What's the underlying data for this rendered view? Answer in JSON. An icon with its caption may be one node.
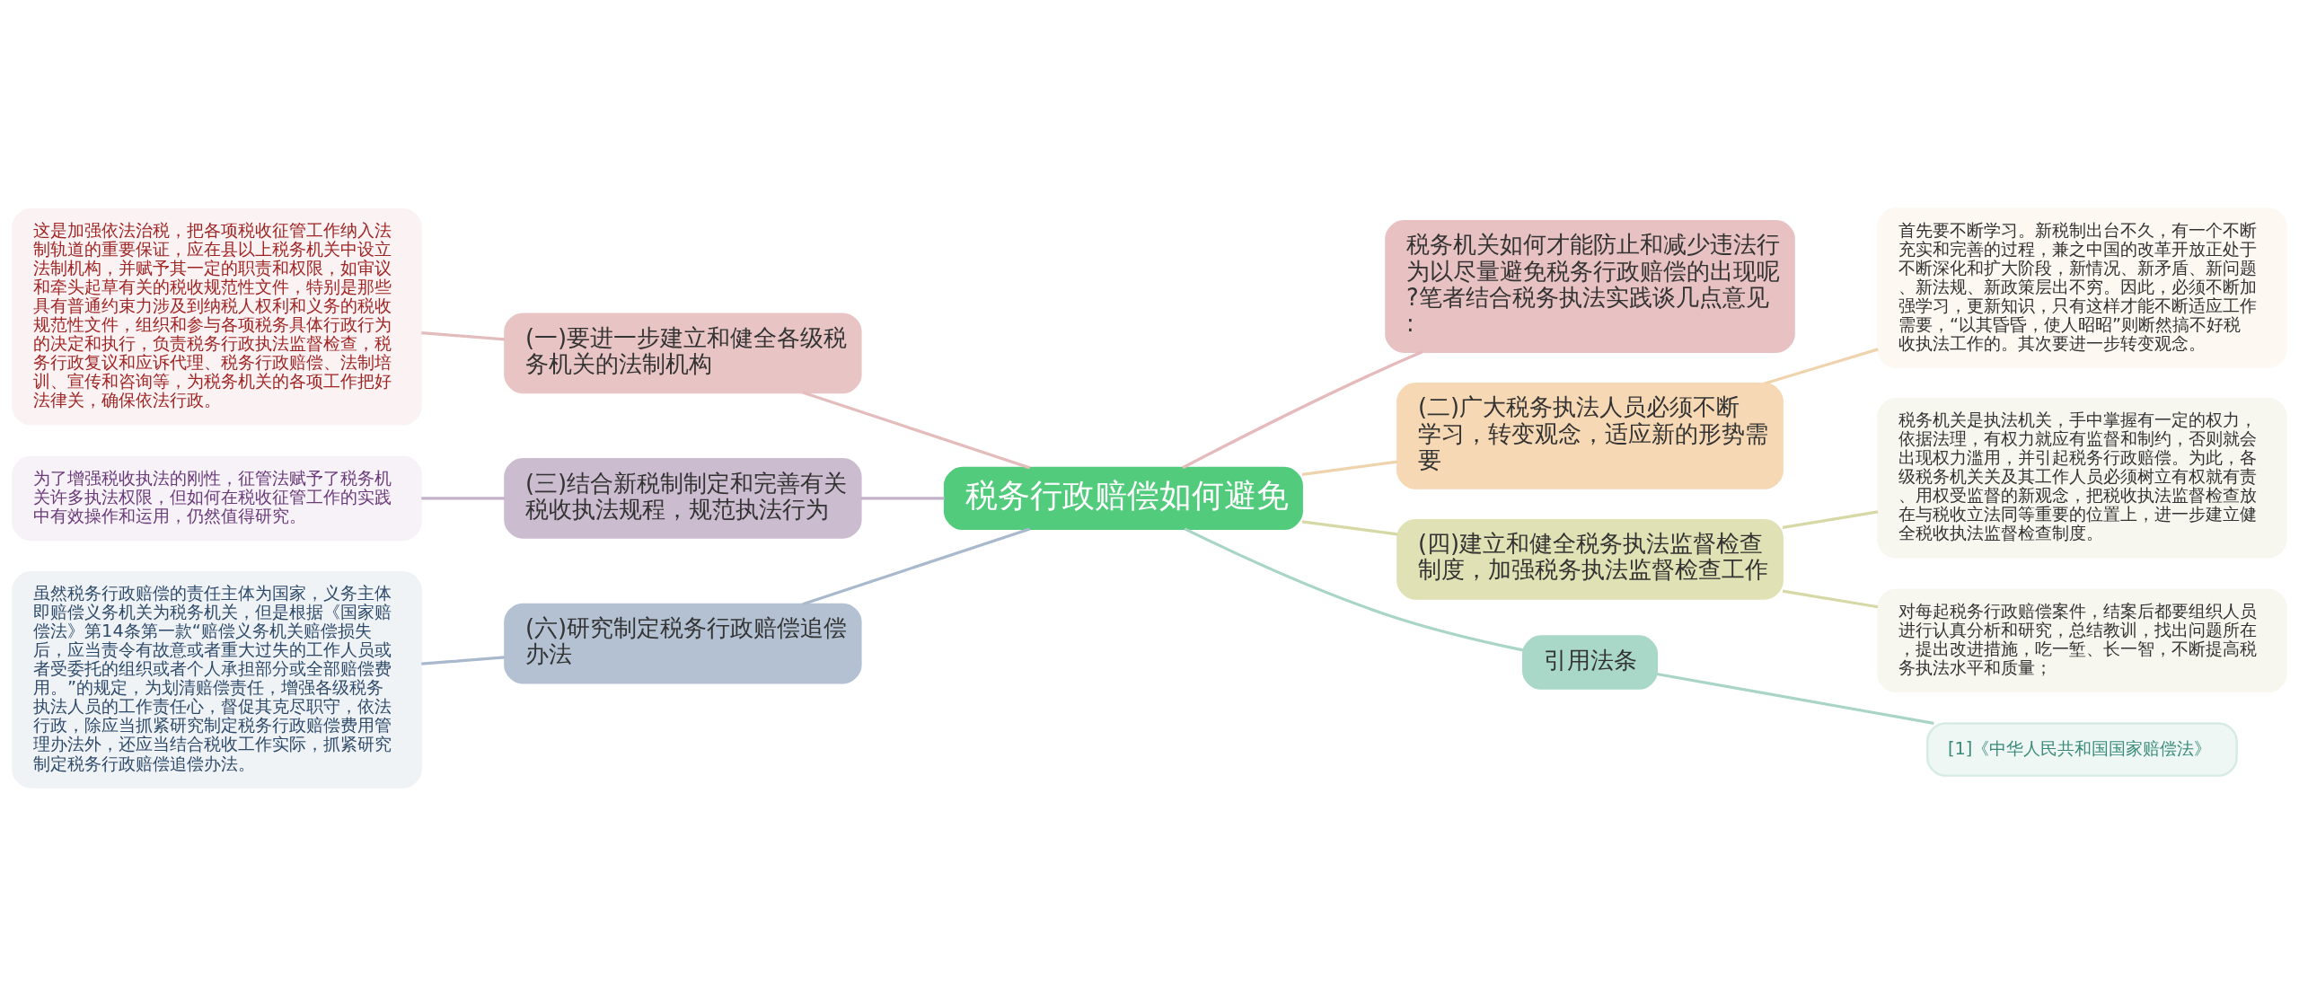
{
  "diagram": {
    "nodes": [
      {
        "text": [
          "税务行政赔偿如何避免"
        ]
      },
      {
        "text": [
          "(一)要进一步建立和健全各级税务机关的法制机构"
        ]
      },
      {
        "text": [
          "这是加强依法治税，把各项税收征管工作纳入法制轨道的重要保证，应在县以上税务机关中设立法制机构，并赋予其一定的职责和权限，如审议和牵头起草有关的税收规范性文件，特别是那些具有普通约束力涉及到纳税人权利和义务的税收规范性文件，组织和参与各项税务具体行政行为的决定和执行，负责税务行政执法监督检查，税务行政复议和应诉代理、税务行政赔偿、法制培训、宣传和咨询等，为税务机关的各项工作把好法律关，确保依法行政。"
        ]
      },
      {
        "text": [
          "(三)结合新税制制定和完善有关税收执法规程，规范执法行为"
        ]
      },
      {
        "text": [
          "为了增强税收执法的刚性，征管法赋予了税务机关许多执法权限，但如何在税收征管工作的实践中有效操作和运用，仍然值得研究。"
        ]
      },
      {
        "text": [
          "(六)研究制定税务行政赔偿追偿办法"
        ]
      },
      {
        "text": [
          "虽然税务行政赔偿的责任主体为国家，义务主体即赔偿义务机关为税务机关，但是根据《国家赔偿法》第14条第一款“赔偿义务机关赔偿损失后，应当责令有故意或者重大过失的工作人员或者受委托的组织或者个人承担部分或全部赔偿费用。”的规定，为划清赔偿责任，增强各级税务执法人员的工作责任心，督促其克尽职守，依法行政，除应当抓紧研究制定税务行政赔偿费用管理办法外，还应当结合税收工作实际，抓紧研究制定税务行政赔偿追偿办法。"
        ]
      },
      {
        "text": [
          "税务机关如何才能防止和减少违法行为以尽量避免税务行政赔偿的出现呢?笔者结合税务执法实践谈几点意见:"
        ]
      },
      {
        "text": [
          "(二)广大税务执法人员必须不断学习，转变观念，适应新的形势需要"
        ]
      },
      {
        "text": [
          "首先要不断学习。新税制出台不久，有一个不断充实和完善的过程，兼之中国的改革开放正处于不断深化和扩大阶段，新情况、新矛盾、新问题、新法规、新政策层出不穷。因此，必须不断加强学习，更新知识，只有这样才能不断适应工作需要，“以其昏昏，使人昭昭”则断然搞不好税收执法工作的。其次要进一步转变观念。"
        ]
      },
      {
        "text": [
          "(四)建立和健全税务执法监督检查制度，加强税务执法监督检查工作"
        ]
      },
      {
        "text": [
          "税务机关是执法机关，手中掌握有一定的权力，依据法理，有权力就应有监督和制约，否则就会出现权力滥用，并引起税务行政赔偿。为此，各级税务机关关及其工作人员必须树立有权就有责、用权受监督的新观念，把税收执法监督检查放在与税收立法同等重要的位置上，进一步建立健全税收执法监督检查制度。"
        ]
      },
      {
        "text": [
          "对每起税务行政赔偿案件，结案后都要组织人员进行认真分析和研究，总结教训，找出问题所在，提出改进措施，吃一堑、长一智，不断提高税务执法水平和质量；"
        ]
      },
      {
        "text": [
          "引用法条"
        ]
      },
      {
        "text": [
          "[1]《中华人民共和国国家赔偿法》"
        ]
      }
    ],
    "edges": [
      {
        "from": 2,
        "to": 1,
        "arrow": "none",
        "color": "#e3bcbc"
      },
      {
        "from": 1,
        "to": 0,
        "arrow": "none",
        "color": "#e3bcbc"
      },
      {
        "from": 4,
        "to": 3,
        "arrow": "none",
        "color": "#c4b2cb"
      },
      {
        "from": 3,
        "to": 0,
        "arrow": "none",
        "color": "#c4b2cb"
      },
      {
        "from": 6,
        "to": 5,
        "arrow": "none",
        "color": "#a9b9cd"
      },
      {
        "from": 5,
        "to": 0,
        "arrow": "none",
        "color": "#a9b9cd"
      },
      {
        "from": 0,
        "to": 7,
        "arrow": "none",
        "color": "#e6b9bb"
      },
      {
        "from": 0,
        "to": 8,
        "arrow": "none",
        "color": "#efd3ad"
      },
      {
        "from": 8,
        "to": 9,
        "arrow": "none",
        "color": "#efd3ad"
      },
      {
        "from": 0,
        "to": 10,
        "arrow": "none",
        "color": "#d6d8a6"
      },
      {
        "from": 10,
        "to": 11,
        "arrow": "none",
        "color": "#d6d8a6"
      },
      {
        "from": 10,
        "to": 12,
        "arrow": "none",
        "color": "#d6d8a6"
      },
      {
        "from": 0,
        "to": 13,
        "arrow": "none",
        "color": "#a8d5c6"
      },
      {
        "from": 13,
        "to": 14,
        "arrow": "none",
        "color": "#a8d5c6"
      }
    ]
  }
}
